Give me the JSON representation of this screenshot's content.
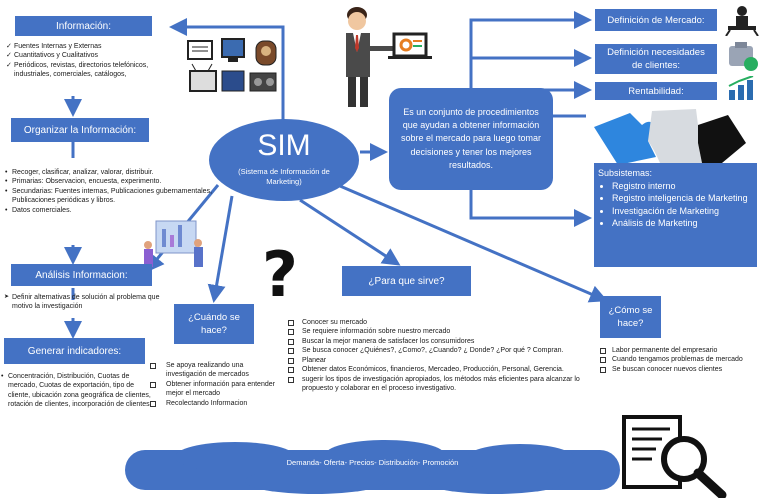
{
  "sim": {
    "title": "SIM",
    "subtitle": "(Sistema de Información de Marketing)"
  },
  "definition": "Es un conjunto de procedimientos que ayudan a obtener información sobre el mercado para luego tomar decisiones y tener los mejores resultados.",
  "informacion": {
    "title": "Información:",
    "items": [
      "Fuentes Internas y Externas",
      "Cuantitativos y Cualitativos",
      "Periódicos, revistas, directorios telefónicos, industriales, comerciales, catálogos,"
    ]
  },
  "organizar": {
    "title": "Organizar la Información:",
    "items": [
      "Recoger, clasificar, analizar, valorar, distribuir.",
      "Primarias: Observacion, encuesta, experimento.",
      "Secundarias: Fuentes internas, Publicaciones gubernamentales, Publicaciones periódicas y libros.",
      "Datos comerciales."
    ]
  },
  "analisis": {
    "title": "Análisis Informacion:",
    "items": [
      "Definir alternativas de solución al problema que motivo la investigación"
    ]
  },
  "generar": {
    "title": "Generar indicadores:",
    "text": "Concentración, Distribución, Cuotas de mercado, Cuotas de exportación, tipo de cliente, ubicación zona geográfica de clientes, rotación de clientes, incorporación de clientes,"
  },
  "cuando": {
    "title": "¿Cuándo se hace?",
    "items": [
      "Se apoya realizando una investigación de mercados",
      "Obtener información para entender mejor el mercado",
      "Recolectando Informacion"
    ]
  },
  "para_que": {
    "title": "¿Para que sirve?",
    "items": [
      "Conocer su mercado",
      "Se requiere información sobre nuestro mercado",
      "Buscar la mejor manera de satisfacer los consumidores",
      "Se busca conocer ¿Quiénes?, ¿Como?, ¿Cuando? ¿ Donde? ¿Por qué ? Compran.",
      "Planear",
      "Obtener datos Económicos, financieros, Mercadeo, Producción, Personal, Gerencia.",
      "sugerir los tipos de investigación apropiados, los métodos más eficientes para alcanzar lo propuesto y colaborar en el proceso investigativo."
    ]
  },
  "como": {
    "title": "¿Cómo se hace?",
    "items": [
      "Labor permanente del empresario",
      "Cuando tengamos problemas de mercado",
      "Se buscan conocer nuevos clientes"
    ]
  },
  "right": {
    "definicion_mercado": "Definición de Mercado:",
    "definicion_necesidades": "Definición necesidades de clientes:",
    "rentabilidad": "Rentabilidad:",
    "subsistemas_title": "Subsistemas:",
    "subsistemas": [
      "Registro interno",
      "Registro inteligencia de Marketing",
      "Investigación de Marketing",
      "Análisis de Marketing"
    ]
  },
  "footer": "Demanda- Oferta- Precios- Distribución- Promoción",
  "colors": {
    "primary": "#4472c4",
    "dark": "#2b4c8c"
  }
}
